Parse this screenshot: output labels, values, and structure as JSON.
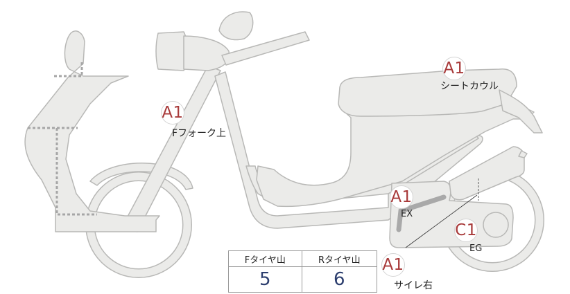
{
  "colors": {
    "body_fill": "#ebebe9",
    "body_stroke": "#b8b8b6",
    "dotted": "#a6a6a6",
    "badge_text": "#a83a3a",
    "value_text": "#2c3e6e"
  },
  "markers": [
    {
      "id": "front-fork-top",
      "code": "A1",
      "label": "Fフォーク上"
    },
    {
      "id": "seat-cowl",
      "code": "A1",
      "label": "シートカウル"
    },
    {
      "id": "exhaust",
      "code": "A1",
      "label": "EX"
    },
    {
      "id": "engine",
      "code": "C1",
      "label": "EG"
    },
    {
      "id": "side-right",
      "code": "A1",
      "label": "サイレ右"
    }
  ],
  "tread_table": {
    "headers": [
      "Fタイヤ山",
      "Rタイヤ山"
    ],
    "values": [
      "5",
      "6"
    ]
  }
}
